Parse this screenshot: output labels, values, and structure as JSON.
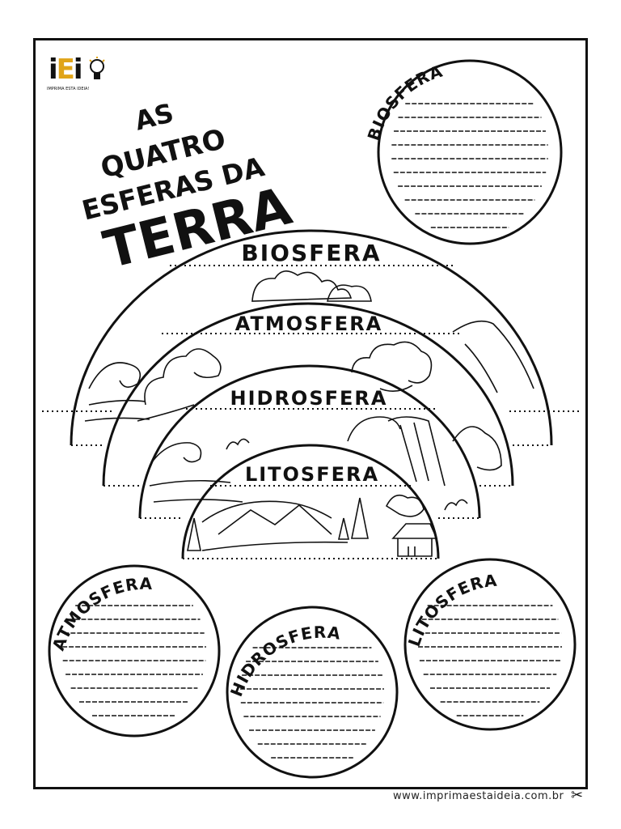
{
  "brand": {
    "logo_mark": "iEi",
    "tagline": "IMPRIMA ESTA IDEIA!",
    "website": "www.imprimaestaideia.com.br"
  },
  "title": {
    "line1": "AS",
    "line2": "QUATRO",
    "line3": "ESFERAS DA",
    "line4": "TERRA"
  },
  "bands": {
    "biosfera": "BIOSFERA",
    "atmosfera": "ATMOSFERA",
    "hidrosfera": "HIDROSFERA",
    "litosfera": "LITOSFERA"
  },
  "circles": {
    "biosfera": "BIOSFERA",
    "atmosfera": "ATMOSFERA",
    "hidrosfera": "HIDROSFERA",
    "litosfera": "LITOSFERA"
  },
  "icons": {
    "logo": "lightbulb-icon",
    "cut": "scissors-icon"
  },
  "colors": {
    "ink": "#111111",
    "logo_accent": "#e0a418"
  }
}
